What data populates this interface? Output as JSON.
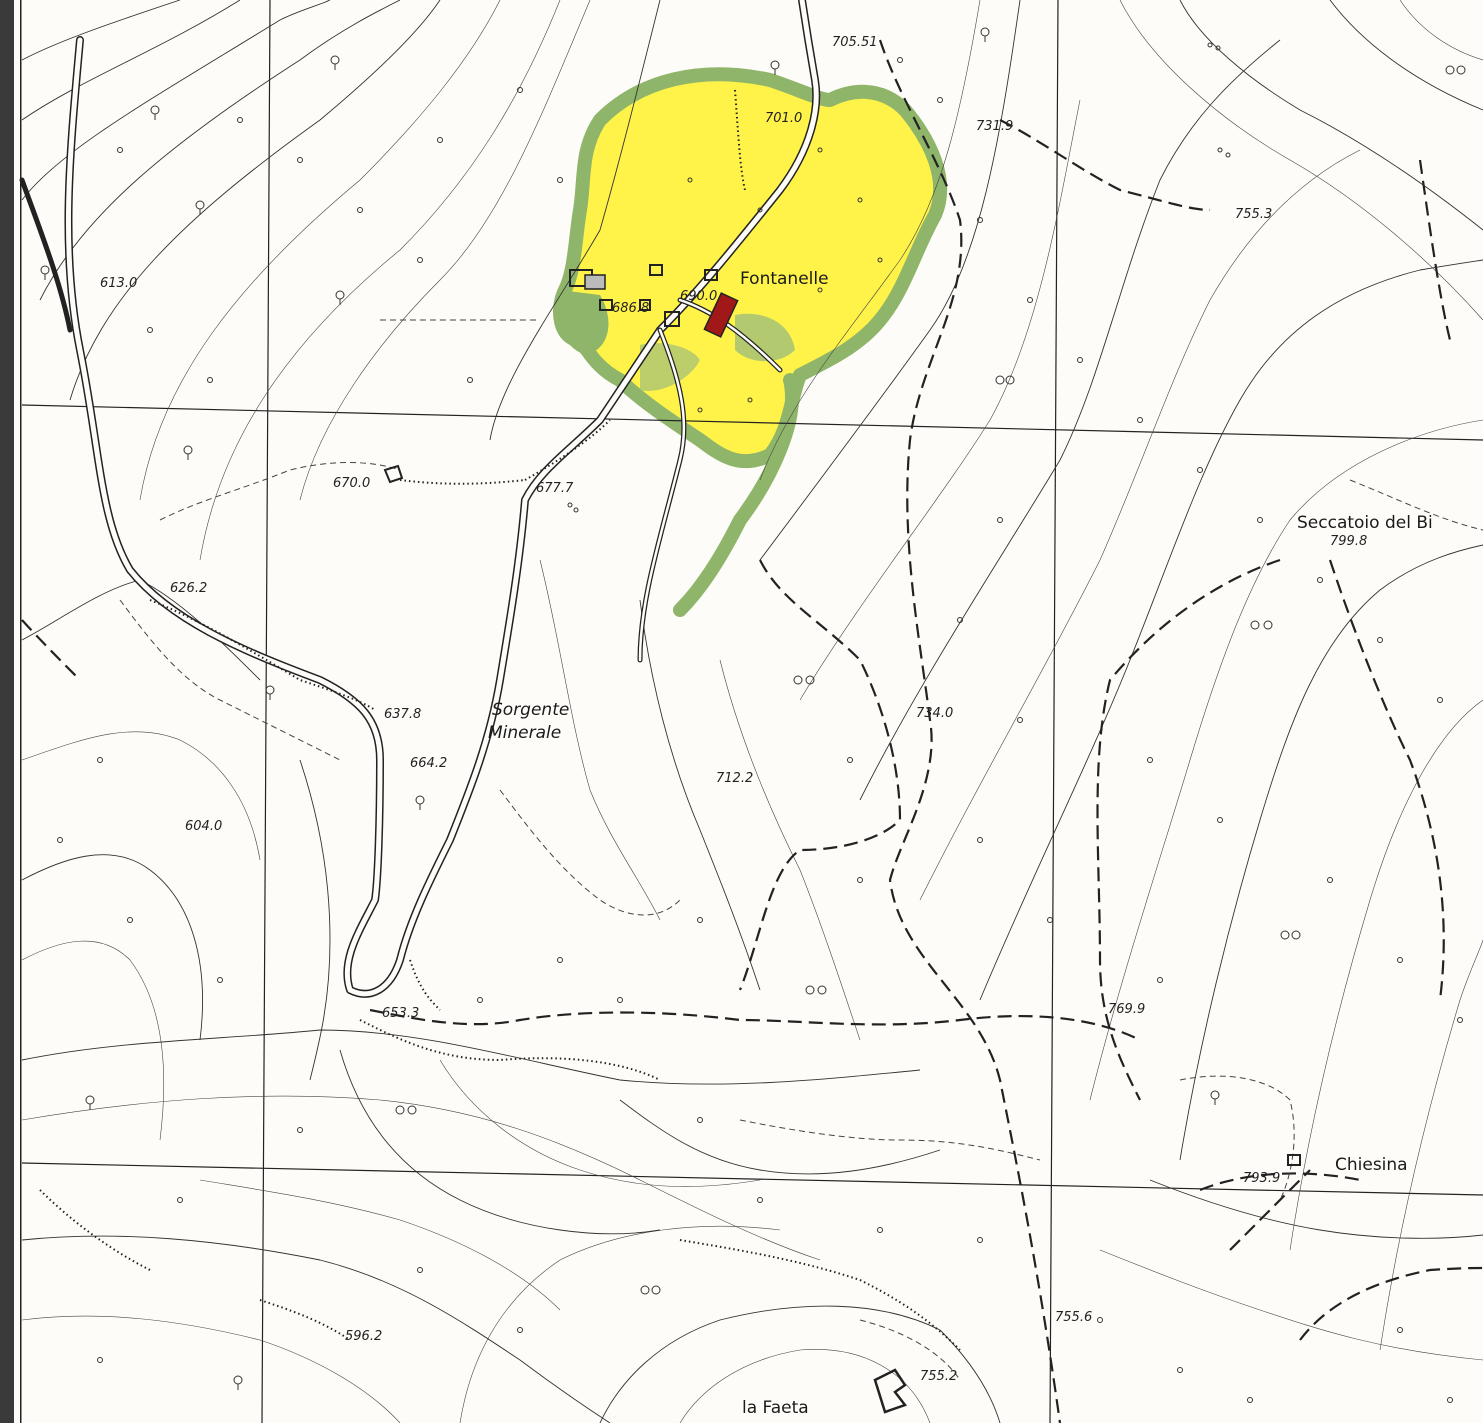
{
  "map": {
    "colors": {
      "highlight_area": "#fff23a",
      "wooded_edge": "#8fb56a",
      "building_red": "#a01818",
      "paper": "#fdfcf8",
      "ink": "#222222"
    },
    "places": {
      "fontanelle": "Fontanelle",
      "sorgente_line1": "Sorgente",
      "sorgente_line2": "Minerale",
      "seccatoio": "Seccatoio  del  Bi",
      "chiesina": "Chiesina",
      "la_faeta": "la Faeta"
    },
    "elevations": {
      "e705": "705.51",
      "e701": "701.0",
      "e731": "731.9",
      "e755_3": "755.3",
      "e613": "613.0",
      "e686": "686.8",
      "e690": "690.0",
      "e670": "670.0",
      "e677": "677.7",
      "e626": "626.2",
      "e799": "799.8",
      "e637": "637.8",
      "e664": "664.2",
      "e734": "734.0",
      "e712": "712.2",
      "e604": "604.0",
      "e653": "653.3",
      "e769": "769.9",
      "e793": "793.9",
      "e755_6": "755.6",
      "e596": "596.2",
      "e755_2": "755.2"
    }
  }
}
